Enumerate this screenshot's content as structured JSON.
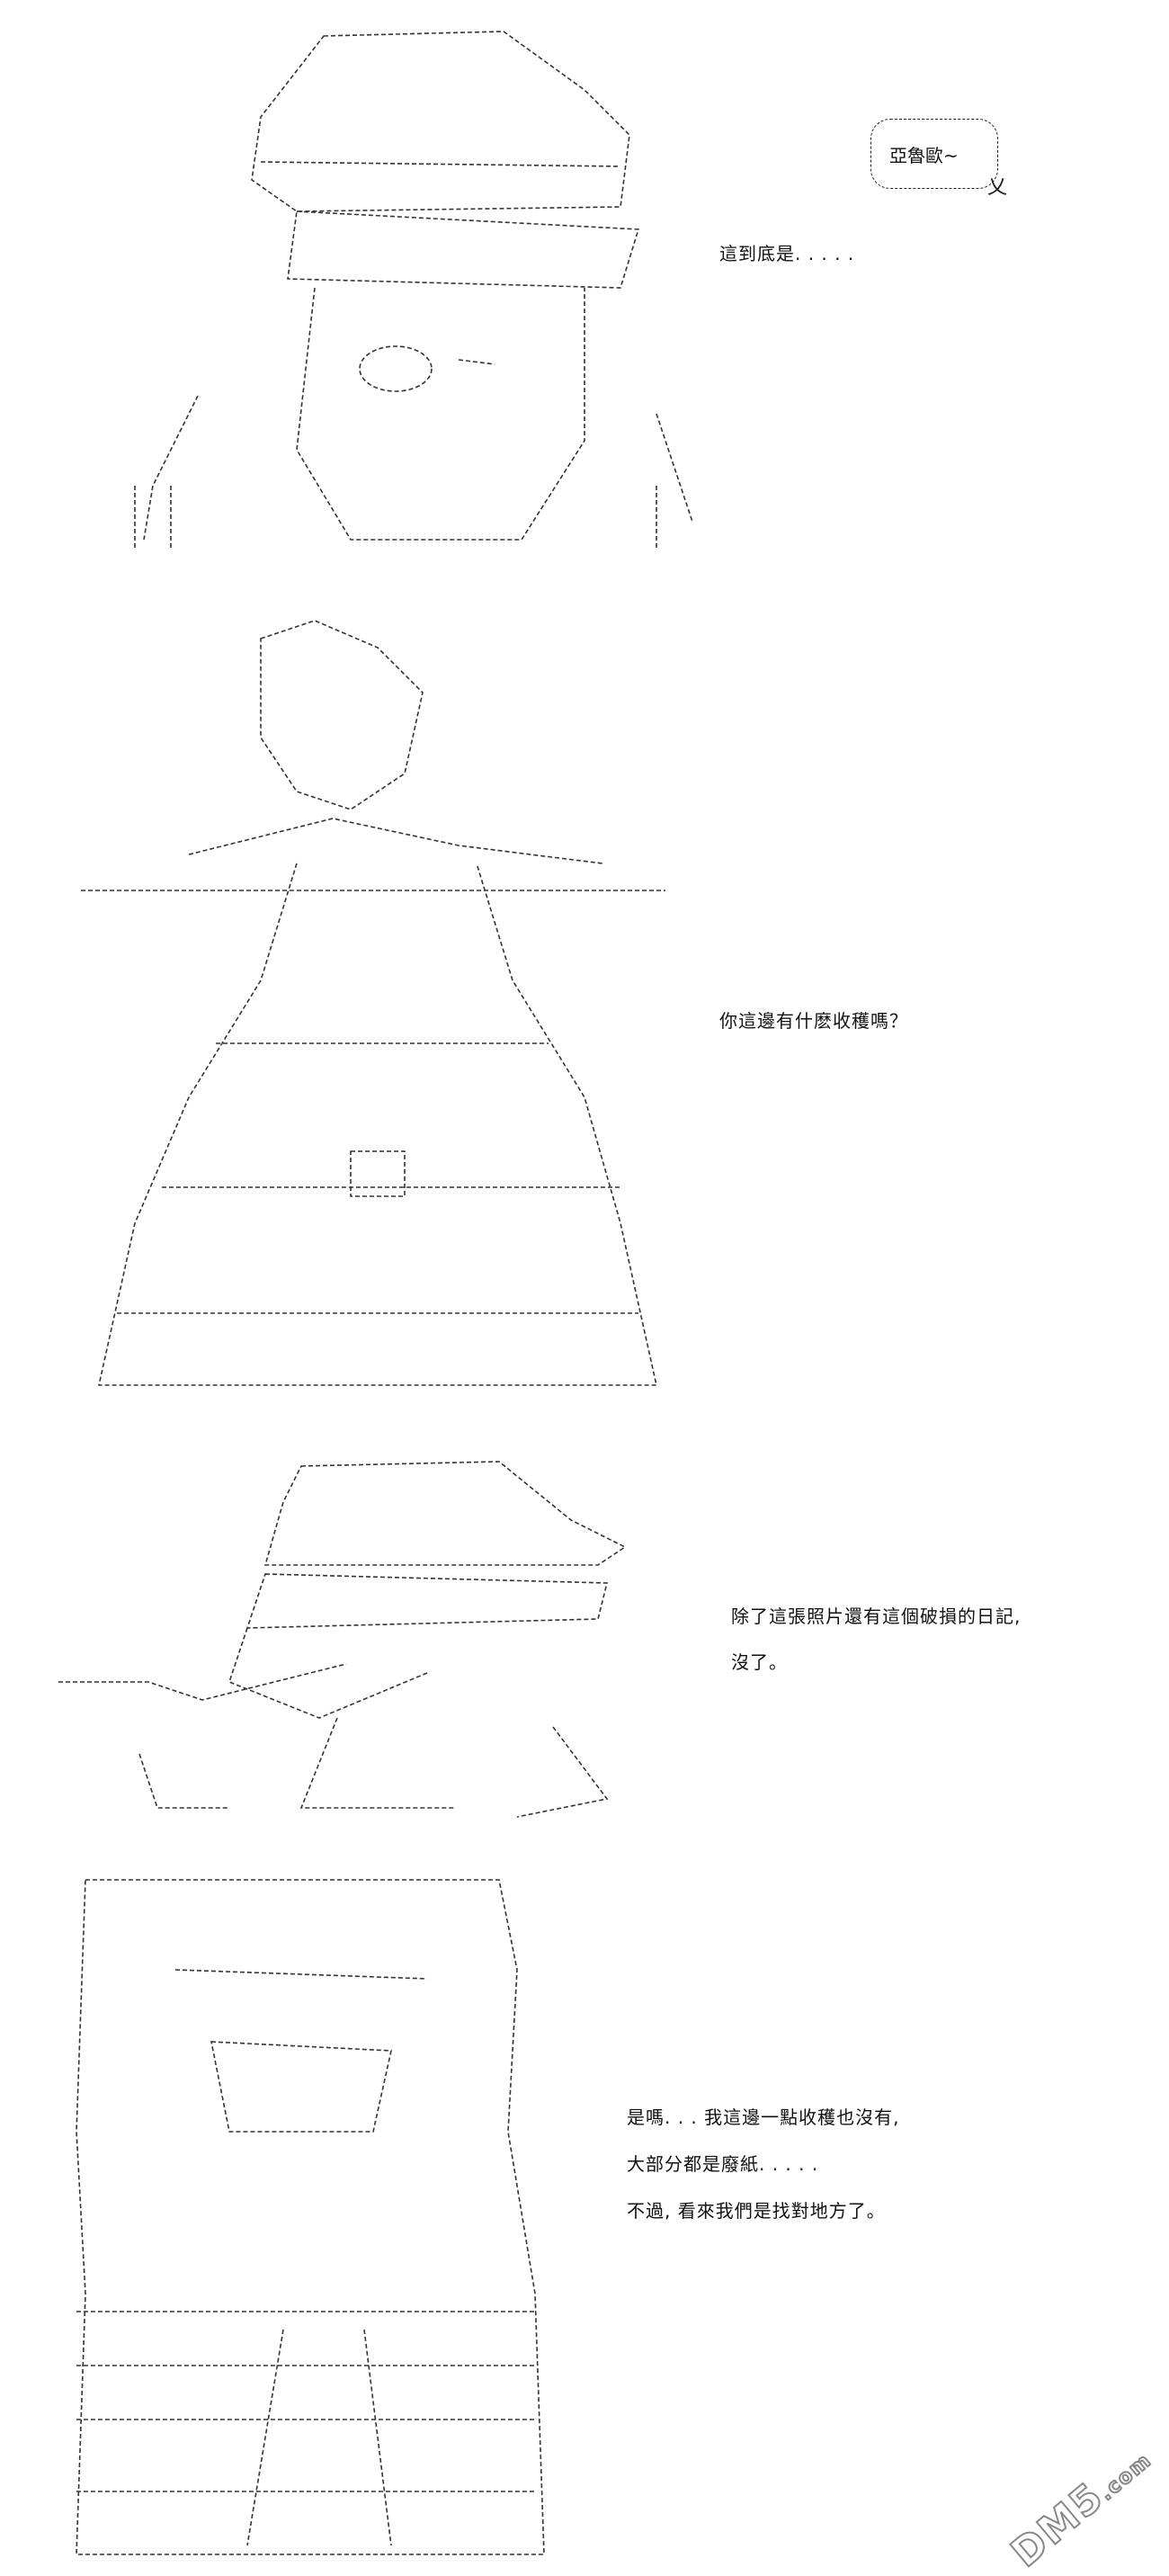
{
  "panels": [
    {
      "bubble": "亞魯歐~",
      "lines": [
        "這到底是. . . . ."
      ]
    },
    {
      "lines": [
        "你這邊有什麽收穫嗎？"
      ]
    },
    {
      "lines": [
        "除了這張照片還有這個破損的日記,",
        "沒了。"
      ]
    },
    {
      "lines": [
        "是嗎. . . 我這邊一點收穫也沒有,",
        "大部分都是廢紙. . . . .",
        "不過, 看來我們是找對地方了。"
      ]
    }
  ],
  "watermark": {
    "main": "DM5",
    "suffix": ".com"
  }
}
